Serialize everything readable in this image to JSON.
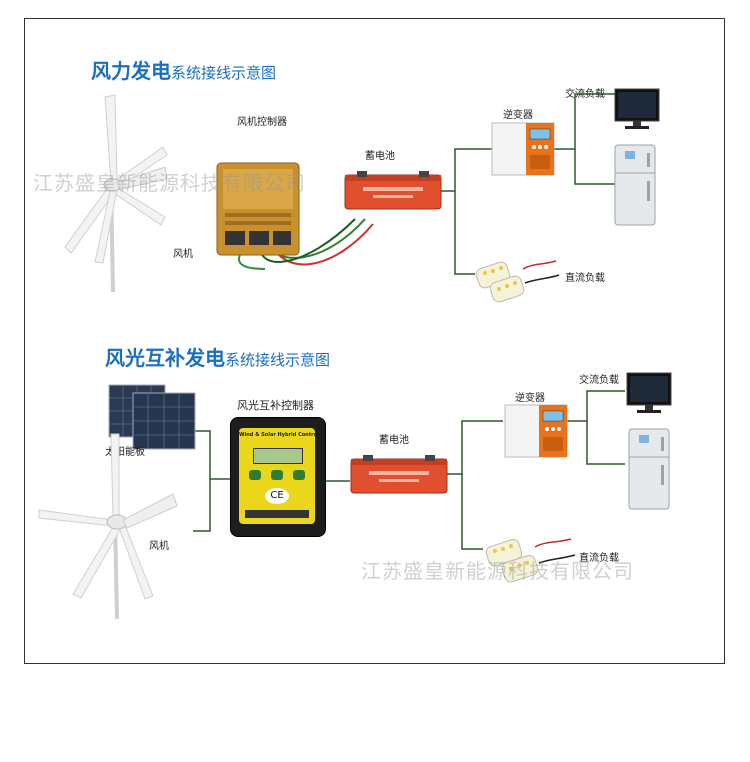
{
  "diagram1": {
    "title_main": "风力发电",
    "title_sub": "系统接线示意图",
    "labels": {
      "controller": "风机控制器",
      "turbine": "风机",
      "battery": "蓄电池",
      "inverter": "逆变器",
      "ac_load": "交流负载",
      "dc_load": "直流负载"
    }
  },
  "diagram2": {
    "title_main": "风光互补发电",
    "title_sub": "系统接线示意图",
    "labels": {
      "controller": "风光互补控制器",
      "solar": "太阳能板",
      "turbine": "风机",
      "battery": "蓄电池",
      "inverter": "逆变器",
      "ac_load": "交流负载",
      "dc_load": "直流负载"
    },
    "controller_face": "Wind & Solar Hybrid Controller"
  },
  "watermark": "江苏盛皇新能源科技有限公司",
  "colors": {
    "title": "#1a6fc0",
    "wire": "#2d5a2d",
    "inverter_orange": "#e8731a",
    "battery_red": "#e0502e",
    "controller_gold": "#c9912e",
    "controller_dark": "#1d1d1d"
  }
}
